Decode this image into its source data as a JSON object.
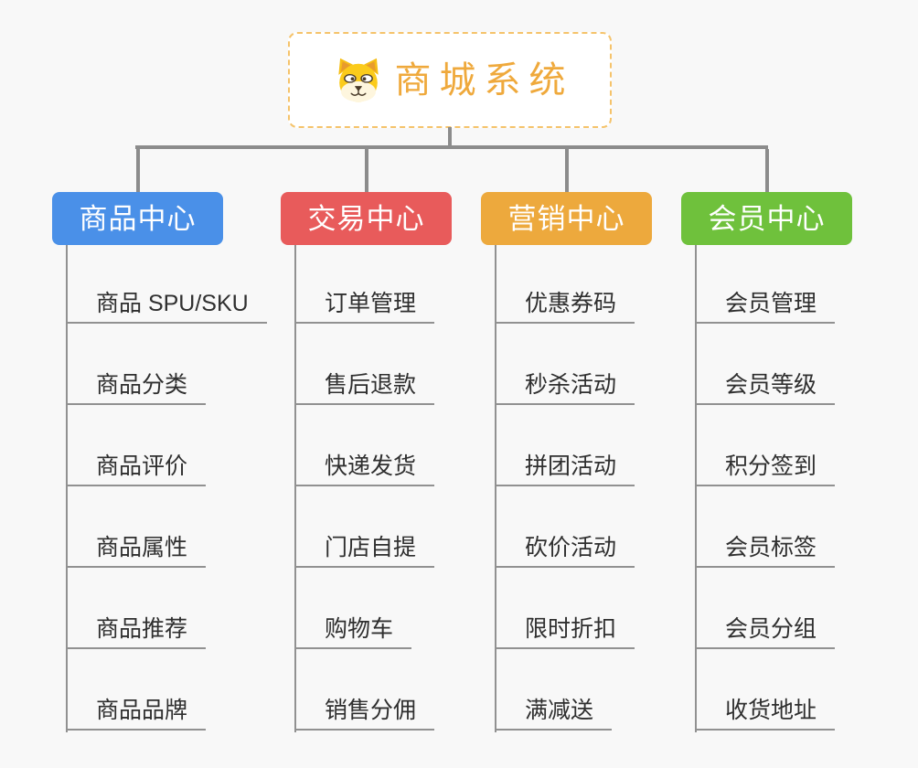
{
  "page": {
    "background": "#F8F8F8",
    "connector_color": "#8C8C8C"
  },
  "root": {
    "title": "商城系统",
    "icon": "dog-face-icon",
    "text_color": "#EFA93C",
    "border_color": "#F5C36B"
  },
  "branches": [
    {
      "label": "商品中心",
      "color": "#4A90E8",
      "children": [
        "商品 SPU/SKU",
        "商品分类",
        "商品评价",
        "商品属性",
        "商品推荐",
        "商品品牌"
      ]
    },
    {
      "label": "交易中心",
      "color": "#E85B5B",
      "children": [
        "订单管理",
        "售后退款",
        "快递发货",
        "门店自提",
        "购物车",
        "销售分佣"
      ]
    },
    {
      "label": "营销中心",
      "color": "#EDA93D",
      "children": [
        "优惠券码",
        "秒杀活动",
        "拼团活动",
        "砍价活动",
        "限时折扣",
        "满减送"
      ]
    },
    {
      "label": "会员中心",
      "color": "#6FC13C",
      "children": [
        "会员管理",
        "会员等级",
        "积分签到",
        "会员标签",
        "会员分组",
        "收货地址"
      ]
    }
  ]
}
